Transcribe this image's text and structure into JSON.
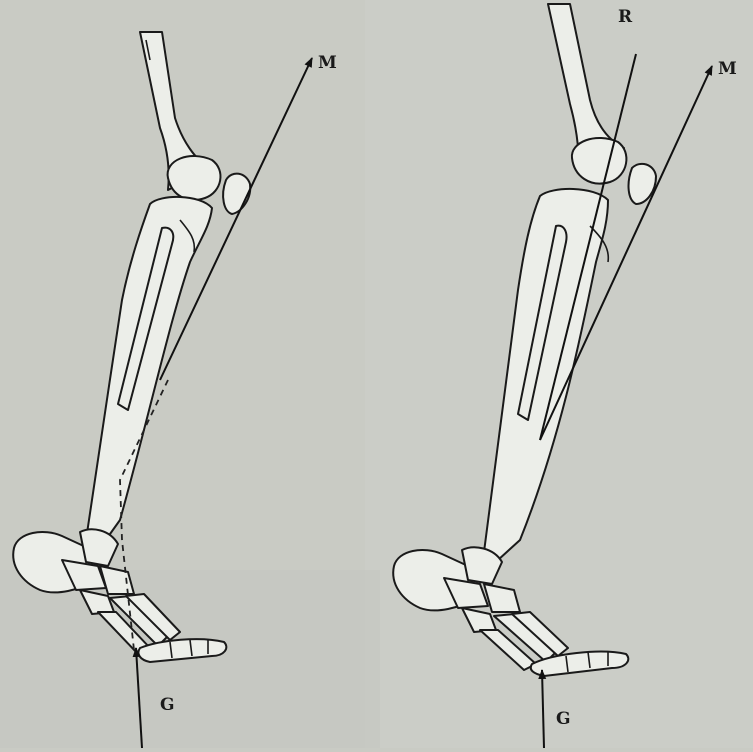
{
  "diagram": {
    "left_panel": {
      "labels": {
        "muscle_force": "M",
        "ground_force": "G"
      },
      "icon": "leg-skeleton-icon"
    },
    "right_panel": {
      "labels": {
        "joint_force": "R",
        "muscle_force": "M",
        "ground_force": "G"
      },
      "icon": "leg-skeleton-icon"
    },
    "colors": {
      "paper": "#c9cbc4",
      "bone": "#eceee9",
      "ink": "#1a1a1a"
    }
  }
}
